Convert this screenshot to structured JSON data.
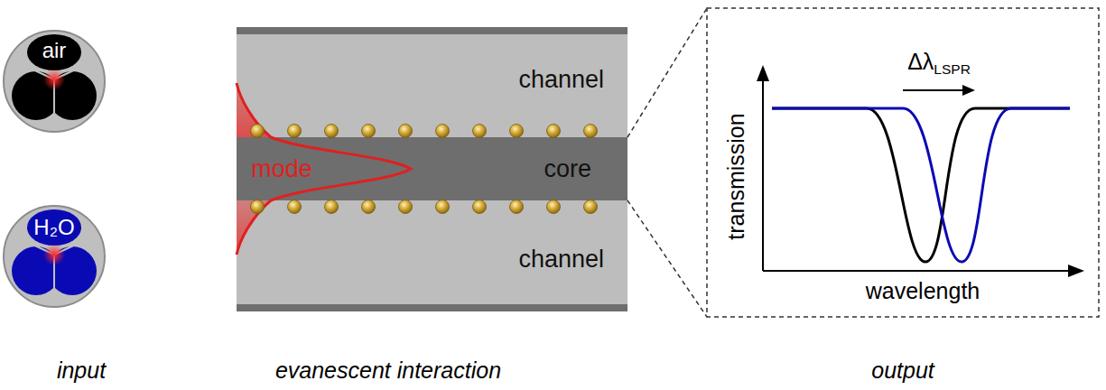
{
  "diagram": {
    "nodes": [
      {
        "text": [
          "channel"
        ]
      },
      {
        "text": [
          "core"
        ]
      },
      {
        "text": [
          "channel"
        ]
      }
    ],
    "labels": [
      "air",
      "H₂O",
      "mode",
      "ΔλLSPR",
      "transmission",
      "wavelength",
      "input",
      "evanescent interaction",
      "output"
    ]
  }
}
